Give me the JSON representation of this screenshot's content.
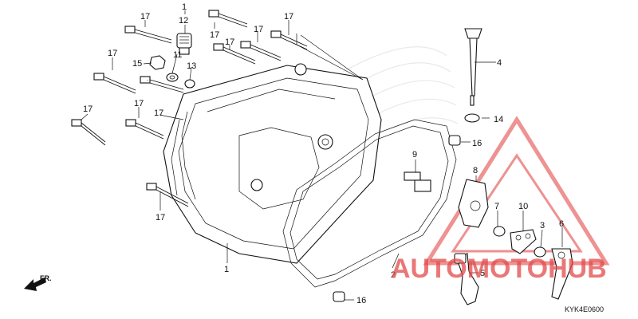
{
  "diagram": {
    "callouts": [
      "17",
      "1",
      "12",
      "17",
      "17",
      "17",
      "11",
      "13",
      "15",
      "17",
      "17",
      "17",
      "17",
      "17",
      "4",
      "14",
      "16",
      "9",
      "8",
      "7",
      "10",
      "3",
      "6",
      "5",
      "2",
      "16",
      "1",
      "17"
    ],
    "figure_code": "KYK4E0600",
    "front_label": "FR."
  },
  "watermark": {
    "text": "AUTOMOTOHUB",
    "color": "#e24a4a"
  }
}
